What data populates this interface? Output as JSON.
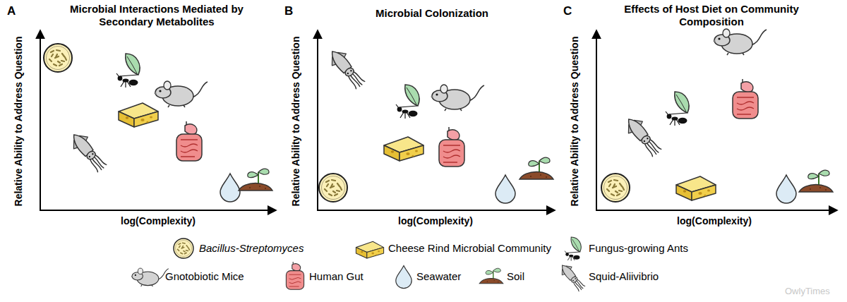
{
  "diagram": {
    "labels": [
      "A",
      "Microbial Interactions Mediated by Secondary Metabolites",
      "Relative Ability to Address Question",
      "log(Complexity)",
      "B",
      "Microbial Colonization",
      "Relative Ability to Address Question",
      "log(Complexity)",
      "C",
      "Effects of Host Diet on Community Composition",
      "Relative Ability to Address Question",
      "log(Complexity)",
      "OwlyTimes"
    ],
    "legend": [
      {
        "text": "Bacillus-Streptomyces"
      },
      {
        "text": "Cheese Rind Microbial Community"
      },
      {
        "text": "Fungus-growing Ants"
      },
      {
        "text": "Gnotobiotic Mice"
      },
      {
        "text": "Human Gut"
      },
      {
        "text": "Seawater"
      },
      {
        "text": "Soil"
      },
      {
        "text": "Squid-Aliivibrio"
      }
    ]
  }
}
